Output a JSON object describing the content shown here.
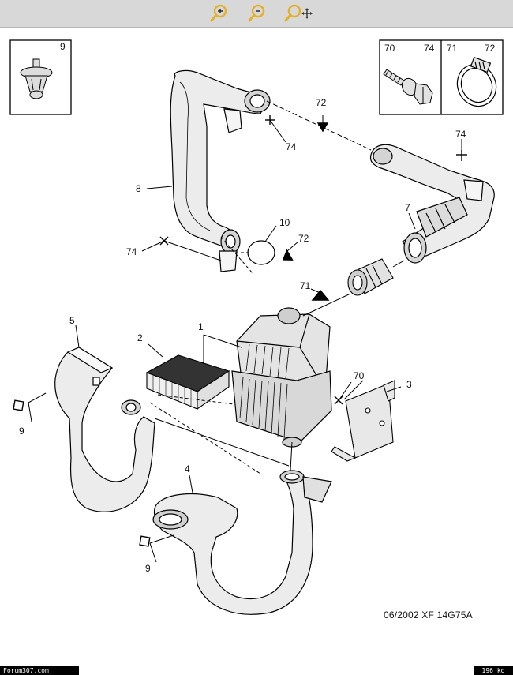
{
  "toolbar": {
    "buttons": [
      {
        "icon": "zoom-in-icon"
      },
      {
        "icon": "zoom-out-icon"
      },
      {
        "icon": "zoom-pan-icon"
      }
    ],
    "background": "#d8d8d8",
    "icon_color": "#e3b02a"
  },
  "insets": {
    "left": {
      "label": "9"
    },
    "right": {
      "labels": [
        "70",
        "74",
        "71",
        "72"
      ]
    }
  },
  "callouts": {
    "c1": "1",
    "c2": "2",
    "c3": "3",
    "c4": "4",
    "c5": "5",
    "c7": "7",
    "c8": "8",
    "c9a": "9",
    "c9b": "9",
    "c10": "10",
    "c70": "70",
    "c71": "71",
    "c72a": "72",
    "c72b": "72",
    "c74a": "74",
    "c74b": "74",
    "c74c": "74"
  },
  "reference": "06/2002  XF 14G75A",
  "footer": {
    "site": "Forum307.com",
    "size": "196 ko"
  }
}
